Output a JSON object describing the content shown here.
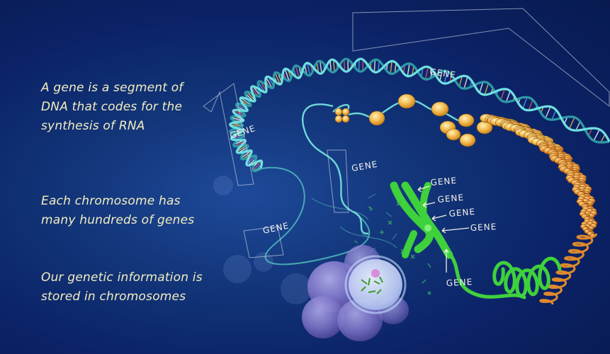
{
  "captions": [
    {
      "line1": "A gene is a segment of",
      "line2": "DNA that codes for the",
      "line3": "synthesis of RNA"
    },
    {
      "line1": "Each chromosome has",
      "line2": "many hundreds of genes"
    },
    {
      "line1": "Our genetic information is",
      "line2": "stored in chromosomes"
    }
  ],
  "gene_labels": {
    "top": "GENE",
    "left_curve": "GENE",
    "middle": "GENE",
    "lower_left": "GENE",
    "chromosome_1": "GENE",
    "chromosome_2": "GENE",
    "chromosome_3": "GENE",
    "chromosome_4": "GENE",
    "chromosome_bottom": "GENE"
  },
  "colors": {
    "background": "#0b2266",
    "caption_text": "#f2eec0",
    "dna_strand": "#5fd6d6",
    "chromosome": "#3fd13c",
    "nucleosome": "#f0b648",
    "fiber_orange": "#d9782a",
    "cell": "#8a7fd0"
  }
}
